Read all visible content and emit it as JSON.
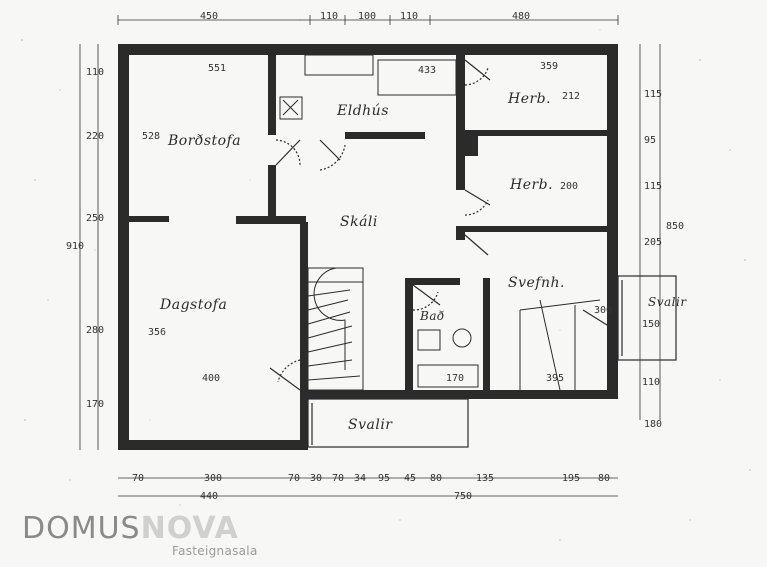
{
  "rooms": {
    "bordstofa": "Borðstofa",
    "eldhus": "Eldhús",
    "herb1": "Herb.",
    "herb2": "Herb.",
    "skali": "Skáli",
    "dagstofa": "Dagstofa",
    "bad": "Bað",
    "svefnh": "Svefnh.",
    "svalir_bottom": "Svalir",
    "svalir_right": "Svalir"
  },
  "dims_top": [
    "450",
    "110",
    "100",
    "110",
    "480"
  ],
  "dims_bottom_row1": [
    "70",
    "300",
    "70",
    "30",
    "70",
    "34",
    "95",
    "45",
    "80",
    "135",
    "195",
    "80"
  ],
  "dims_bottom_row2": [
    "440",
    "750"
  ],
  "dims_left": [
    "110",
    "220",
    "250",
    "910",
    "280",
    "170"
  ],
  "dims_right": [
    "115",
    "95",
    "115",
    "850",
    "205",
    "150",
    "110",
    "180"
  ],
  "room_dims": {
    "bordstofa_w": "551",
    "bordstofa_area": "528",
    "eldhus_w": "433",
    "herb1_w": "359",
    "herb1_area": "212",
    "herb2_area": "200",
    "dagstofa_area": "356",
    "dagstofa_w": "400",
    "bad_w": "170",
    "svefnh_w": "395",
    "svefnh_area": "300"
  },
  "logo": {
    "part1": "DOMUS",
    "part2": "NOVA",
    "tagline": "Fasteignasala"
  },
  "colors": {
    "ink": "#2b2b2b",
    "paper": "#f7f7f5",
    "logo_dark": "#8a8a8a",
    "logo_light": "#d0d0d0"
  }
}
